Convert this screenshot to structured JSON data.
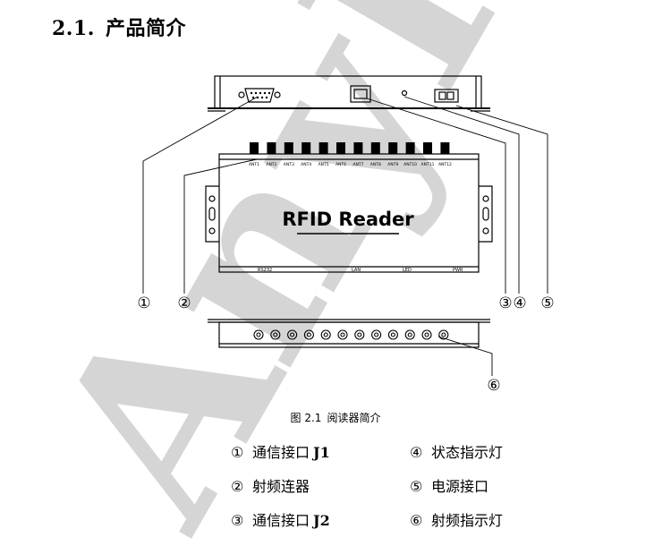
{
  "section": {
    "number": "2.1.",
    "title": "产品简介"
  },
  "device": {
    "label": "RFID Reader",
    "antennas": [
      "ANT1",
      "ANT2",
      "ANT3",
      "ANT4",
      "ANT5",
      "ANT6",
      "ANT7",
      "ANT8",
      "ANT9",
      "ANT10",
      "ANT11",
      "ANT12"
    ],
    "ports": {
      "rs232": "RS232",
      "lan": "LAN",
      "led": "LED",
      "pwr": "PWR"
    }
  },
  "callouts": [
    "①",
    "②",
    "③",
    "④",
    "⑤",
    "⑥"
  ],
  "caption": {
    "figure": "图 2.1",
    "text": "阅读器简介"
  },
  "legend": [
    {
      "marker": "①",
      "text": "通信接口",
      "code": "J1"
    },
    {
      "marker": "④",
      "text": "状态指示灯",
      "code": ""
    },
    {
      "marker": "②",
      "text": "射频连器",
      "code": ""
    },
    {
      "marker": "⑤",
      "text": "电源接口",
      "code": ""
    },
    {
      "marker": "③",
      "text": "通信接口",
      "code": "J2"
    },
    {
      "marker": "⑥",
      "text": "射频指示灯",
      "code": ""
    }
  ],
  "watermark": "AnyID"
}
